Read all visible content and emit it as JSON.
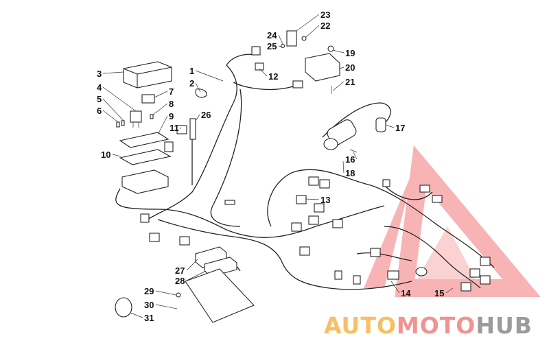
{
  "diagram": {
    "callouts": [
      "1",
      "2",
      "3",
      "4",
      "5",
      "6",
      "7",
      "8",
      "9",
      "10",
      "11",
      "12",
      "13",
      "14",
      "15",
      "16",
      "17",
      "18",
      "19",
      "20",
      "21",
      "22",
      "23",
      "24",
      "25",
      "26",
      "27",
      "28",
      "29",
      "30",
      "31"
    ]
  },
  "watermark": {
    "part1": "AUTO",
    "part2": "MOTO",
    "part3": "HUB",
    "colors": {
      "part1": "#f7b54a",
      "part2": "#f08080",
      "part3": "#8a8a8a",
      "triangle": "#f26b6b"
    }
  }
}
